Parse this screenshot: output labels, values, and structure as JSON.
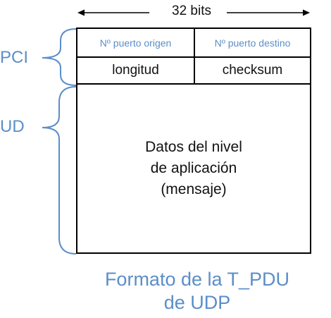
{
  "width_label": "32 bits",
  "side_labels": {
    "pci": "PCI",
    "ud": "UD"
  },
  "header": {
    "row1": {
      "left": "Nº puerto origen",
      "right": "Nº puerto destino"
    },
    "row2": {
      "left": "longitud",
      "right": "checksum"
    }
  },
  "payload": {
    "line1": "Datos del nivel",
    "line2": "de aplicación",
    "line3": "(mensaje)"
  },
  "caption": {
    "line1": "Formato de la T_PDU",
    "line2": "de UDP"
  },
  "colors": {
    "accent": "#5b8ec9",
    "text": "#111111",
    "border": "#000000"
  }
}
